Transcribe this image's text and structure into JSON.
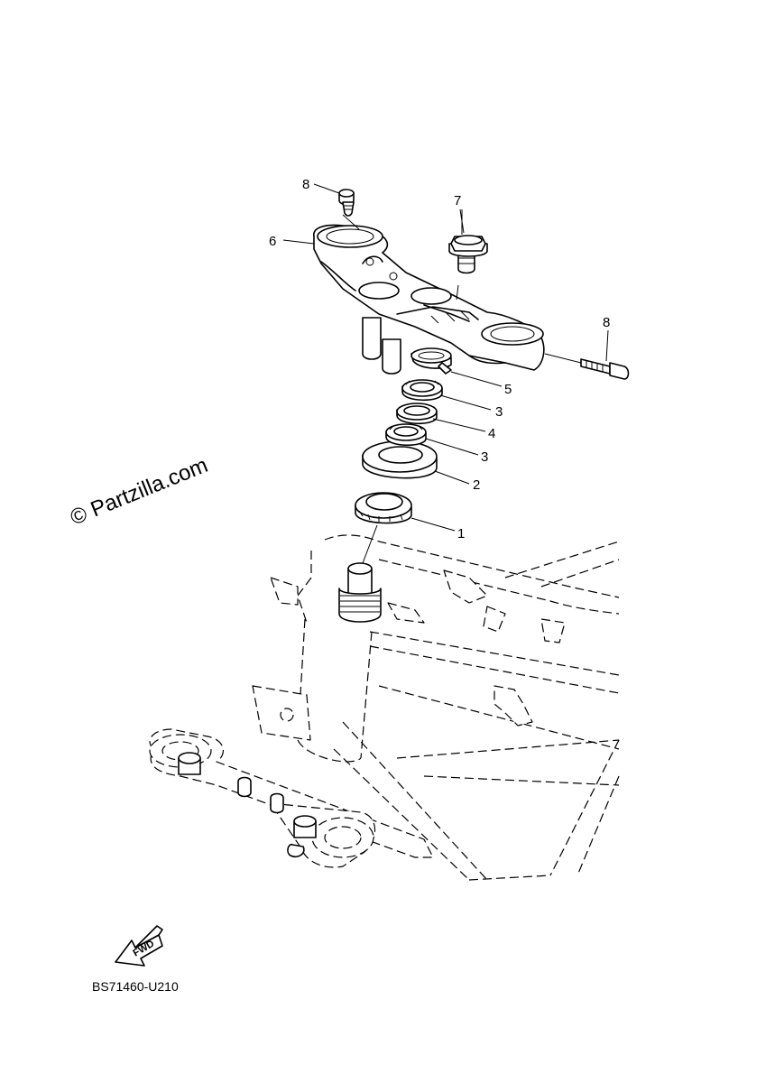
{
  "watermark": "© Partzilla.com",
  "diagram_code": "BS71460-U210",
  "fwd_label": "FWD",
  "callouts": {
    "c1": "1",
    "c2": "2",
    "c3a": "3",
    "c3b": "3",
    "c4": "4",
    "c5": "5",
    "c6": "6",
    "c7": "7",
    "c8a": "8",
    "c8b": "8"
  }
}
